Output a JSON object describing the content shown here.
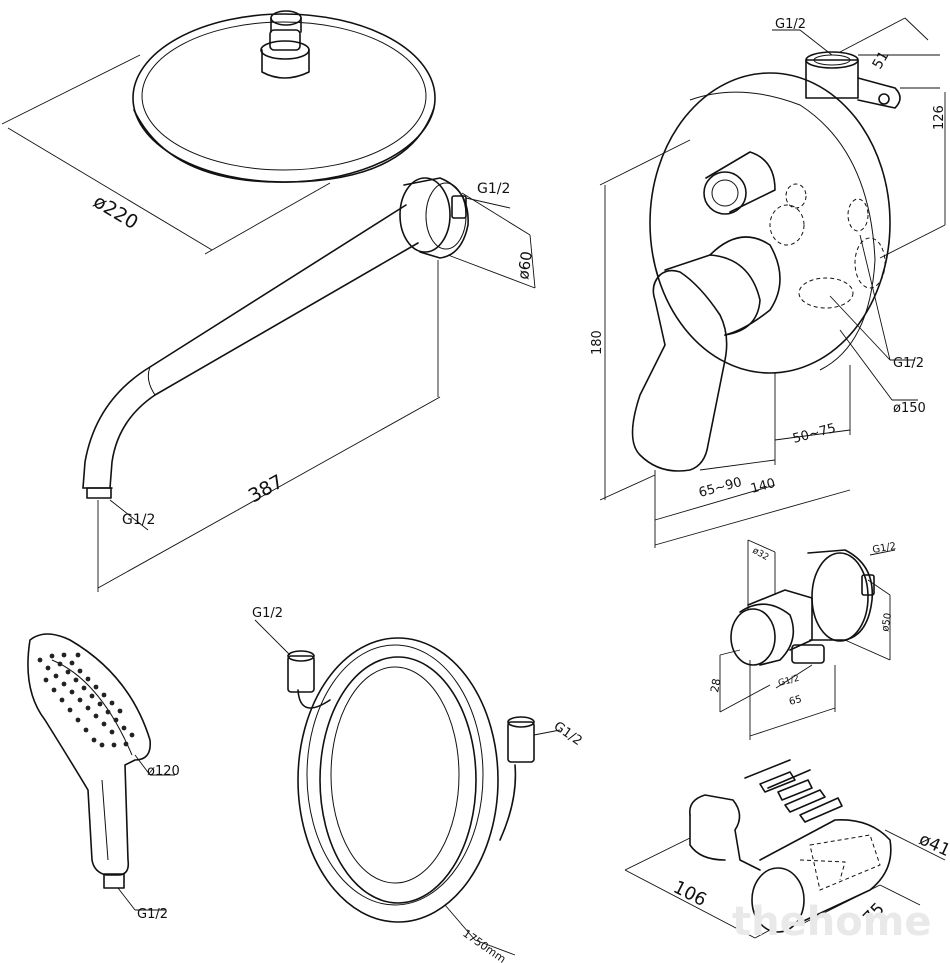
{
  "labels": {
    "rain_diameter": "ø220",
    "arm_thread_top": "G1/2",
    "arm_flange_diameter": "ø60",
    "arm_length": "387",
    "arm_thread_bottom": "G1/2",
    "mixer_top_thread": "G1/2",
    "mixer_depth": "51",
    "mixer_height_right": "126",
    "mixer_height_left": "180",
    "mixer_thread_side": "G1/2",
    "mixer_plate_diameter": "ø150",
    "mixer_range_50_75": "50~75",
    "mixer_range_65_90": "65~90",
    "mixer_width": "140",
    "outlet_diameter_small": "ø32",
    "outlet_thread_top": "G1/2",
    "outlet_diameter_50": "ø50",
    "outlet_height": "28",
    "outlet_thread_bottom": "G1/2",
    "outlet_width": "65",
    "hand_diameter": "ø120",
    "hand_thread": "G1/2",
    "hose_thread_top": "G1/2",
    "hose_thread_right": "G1/2",
    "hose_length": "1750mm",
    "holder_diameter": "ø41",
    "holder_length": "106",
    "holder_width": "75"
  },
  "watermark": "thehome",
  "colors": {
    "line": "#111111",
    "background": "#ffffff",
    "watermark": "#e9e9e9"
  },
  "icons": [
    "rain-shower-head-icon",
    "shower-arm-icon",
    "mixer-valve-icon",
    "wall-outlet-icon",
    "hand-shower-icon",
    "hose-icon",
    "holder-bracket-icon",
    "screw-icon"
  ]
}
